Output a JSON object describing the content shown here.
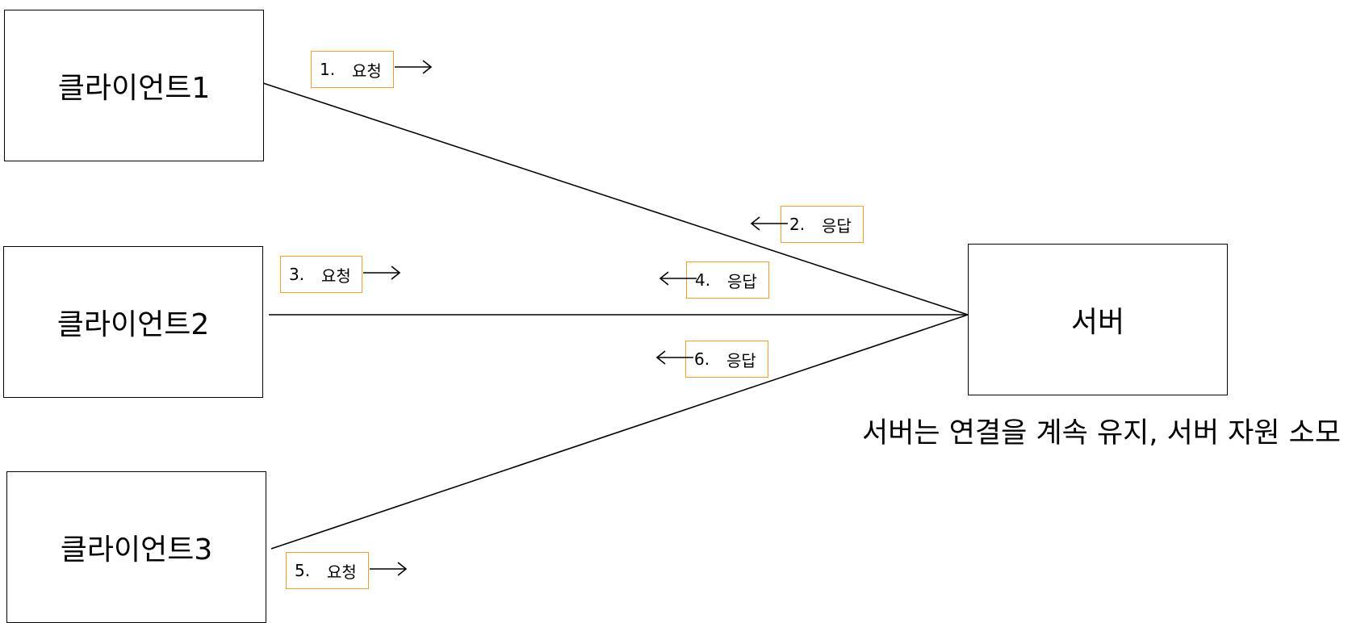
{
  "nodes": {
    "client1": "클라이언트1",
    "client2": "클라이언트2",
    "client3": "클라이언트3",
    "server": "서버"
  },
  "messages": [
    {
      "num": "1.",
      "label": "요청",
      "direction": "right"
    },
    {
      "num": "2.",
      "label": "응답",
      "direction": "left"
    },
    {
      "num": "3.",
      "label": "요청",
      "direction": "right"
    },
    {
      "num": "4.",
      "label": "응답",
      "direction": "left"
    },
    {
      "num": "5.",
      "label": "요청",
      "direction": "right"
    },
    {
      "num": "6.",
      "label": "응답",
      "direction": "left"
    }
  ],
  "server_note": "서버는 연결을 계속 유지, 서버 자원 소모",
  "colors": {
    "tag_border": "#f0a030",
    "line": "#000000"
  }
}
